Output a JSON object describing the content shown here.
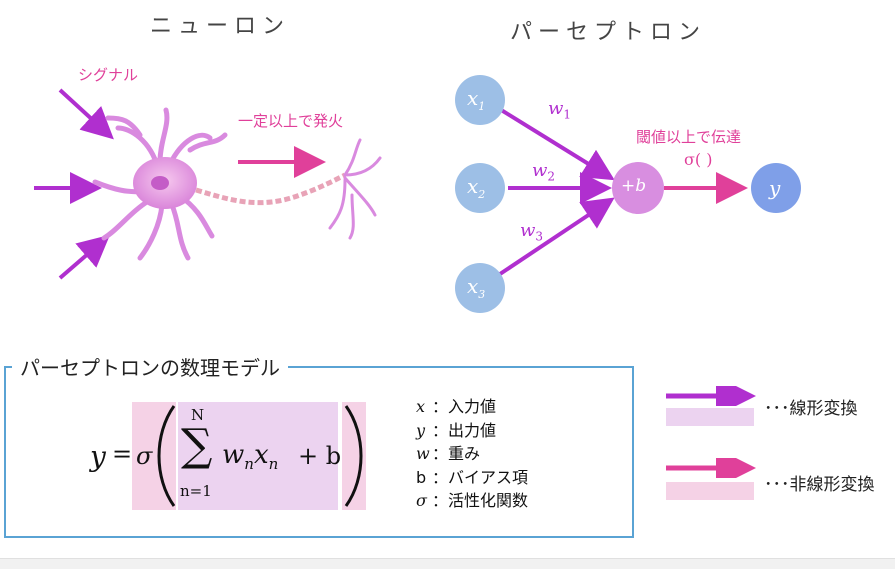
{
  "neuron": {
    "title": "ニューロン",
    "signal_label": "シグナル",
    "fire_label": "一定以上で発火"
  },
  "perceptron": {
    "title": "パーセプトロン",
    "inputs": [
      "x1",
      "x2",
      "x3"
    ],
    "input_subs": [
      "1",
      "2",
      "3"
    ],
    "weights": [
      "w1",
      "w2",
      "w3"
    ],
    "weight_subs": [
      "1",
      "2",
      "3"
    ],
    "sum_node": "+b",
    "output_node": "y",
    "threshold_label": "閾値以上で伝達",
    "activation_label": "σ( )",
    "colors": {
      "input": "#9dbfe6",
      "sum": "#d88ee0",
      "output": "#7f9fe8",
      "arrow_purple": "#b02fcf",
      "arrow_pink": "#e0409a"
    }
  },
  "model": {
    "title": "パーセプトロンの数理モデル",
    "formula": {
      "lhs": "y",
      "eq": "=",
      "sigma": "σ",
      "sum_top": "N",
      "sum_bottom": "n=1",
      "term_w": "w",
      "term_sub": "n",
      "term_x": "x",
      "plus_b": "+ b"
    },
    "variables": [
      {
        "sym": "x",
        "desc": "：入力値"
      },
      {
        "sym": "y",
        "desc": "：出力値"
      },
      {
        "sym": "w",
        "desc": "：重み"
      },
      {
        "sym": "b",
        "desc": "：バイアス項"
      },
      {
        "sym": "σ",
        "desc": "：活性化関数"
      }
    ]
  },
  "legend": {
    "linear": "･･･線形変換",
    "nonlinear": "･･･非線形変換",
    "colors": {
      "linear_arrow": "#b02fcf",
      "linear_fill": "#ecd3f0",
      "nonlinear_arrow": "#e0409a",
      "nonlinear_fill": "#f5d2e6"
    }
  }
}
